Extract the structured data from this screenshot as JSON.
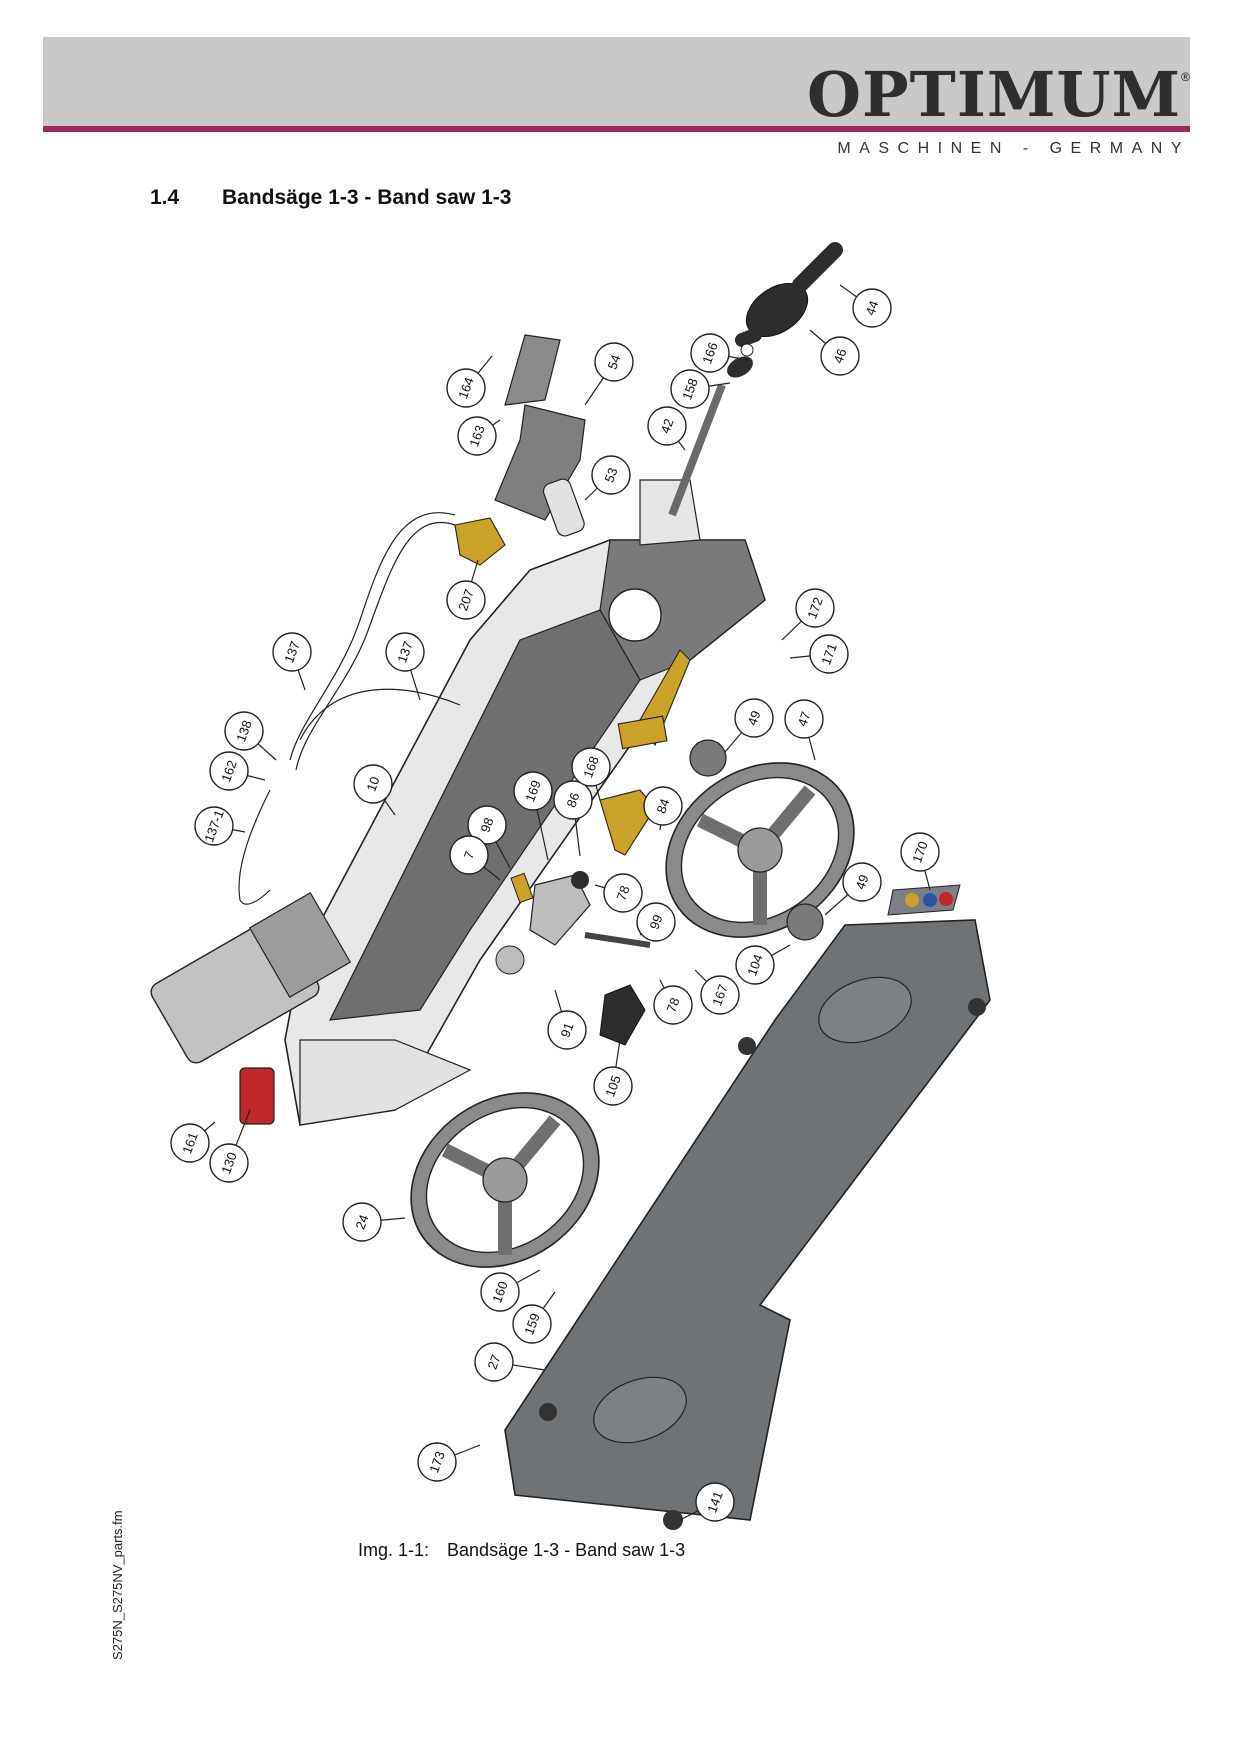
{
  "header": {
    "brand": "OPTIMUM",
    "registered_mark": "®",
    "subtitle": "MASCHINEN - GERMANY"
  },
  "section": {
    "number": "1.4",
    "title": "Bandsäge 1-3 - Band saw  1-3"
  },
  "figure": {
    "caption_label": "Img. 1-1:",
    "caption_text": "Bandsäge 1-3 - Band saw 1-3"
  },
  "side_text": "S275N_S275NV_parts.fm",
  "colors": {
    "header_band": "#c9c9c9",
    "header_rule": "#9c2a5f",
    "frame_dark": "#6a6a6a",
    "frame_light": "#e6e6e6",
    "yellow_parts": "#c9a227",
    "red_switch": "#c0282a"
  },
  "callouts": [
    {
      "label": "44"
    },
    {
      "label": "46"
    },
    {
      "label": "166"
    },
    {
      "label": "158"
    },
    {
      "label": "42"
    },
    {
      "label": "164"
    },
    {
      "label": "163"
    },
    {
      "label": "54"
    },
    {
      "label": "53"
    },
    {
      "label": "207"
    },
    {
      "label": "172"
    },
    {
      "label": "171"
    },
    {
      "label": "137"
    },
    {
      "label": "137"
    },
    {
      "label": "138"
    },
    {
      "label": "162"
    },
    {
      "label": "137-1"
    },
    {
      "label": "10"
    },
    {
      "label": "49"
    },
    {
      "label": "47"
    },
    {
      "label": "169"
    },
    {
      "label": "86"
    },
    {
      "label": "168"
    },
    {
      "label": "84"
    },
    {
      "label": "98"
    },
    {
      "label": "7"
    },
    {
      "label": "78"
    },
    {
      "label": "99"
    },
    {
      "label": "49"
    },
    {
      "label": "170"
    },
    {
      "label": "104"
    },
    {
      "label": "167"
    },
    {
      "label": "78"
    },
    {
      "label": "91"
    },
    {
      "label": "105"
    },
    {
      "label": "161"
    },
    {
      "label": "130"
    },
    {
      "label": "24"
    },
    {
      "label": "160"
    },
    {
      "label": "159"
    },
    {
      "label": "27"
    },
    {
      "label": "173"
    },
    {
      "label": "141"
    }
  ]
}
